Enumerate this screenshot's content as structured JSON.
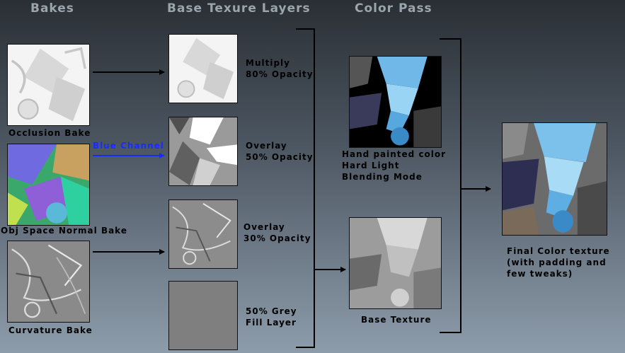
{
  "headers": {
    "bakes": "Bakes",
    "base_layers": "Base Texure Layers",
    "color_pass": "Color Pass"
  },
  "bakes": {
    "occlusion": "Occlusion Bake",
    "normal": "Obj Space Normal Bake",
    "curvature": "Curvature Bake",
    "blue_channel": "Blue Channel"
  },
  "layers": {
    "multiply_1": "Multiply",
    "multiply_2": "80% Opacity",
    "overlay50_1": "Overlay",
    "overlay50_2": "50% Opacity",
    "overlay30_1": "Overlay",
    "overlay30_2": "30% Opacity",
    "grey_1": "50% Grey",
    "grey_2": "Fill Layer"
  },
  "color_pass": {
    "hand_1": "Hand painted color",
    "hand_2": "Hard Light",
    "hand_3": "Blending Mode",
    "base_texture": "Base Texture"
  },
  "final": {
    "line1": "Final Color texture",
    "line2": "(with padding and",
    "line3": "few tweaks)"
  },
  "icons": [
    "arrow-right-icon",
    "bracket-icon"
  ],
  "colors": {
    "header_text": "#9aa5ad",
    "blue_channel": "#1a2bff",
    "grey_fill": "#7f7f7f",
    "arrow": "#000000"
  }
}
